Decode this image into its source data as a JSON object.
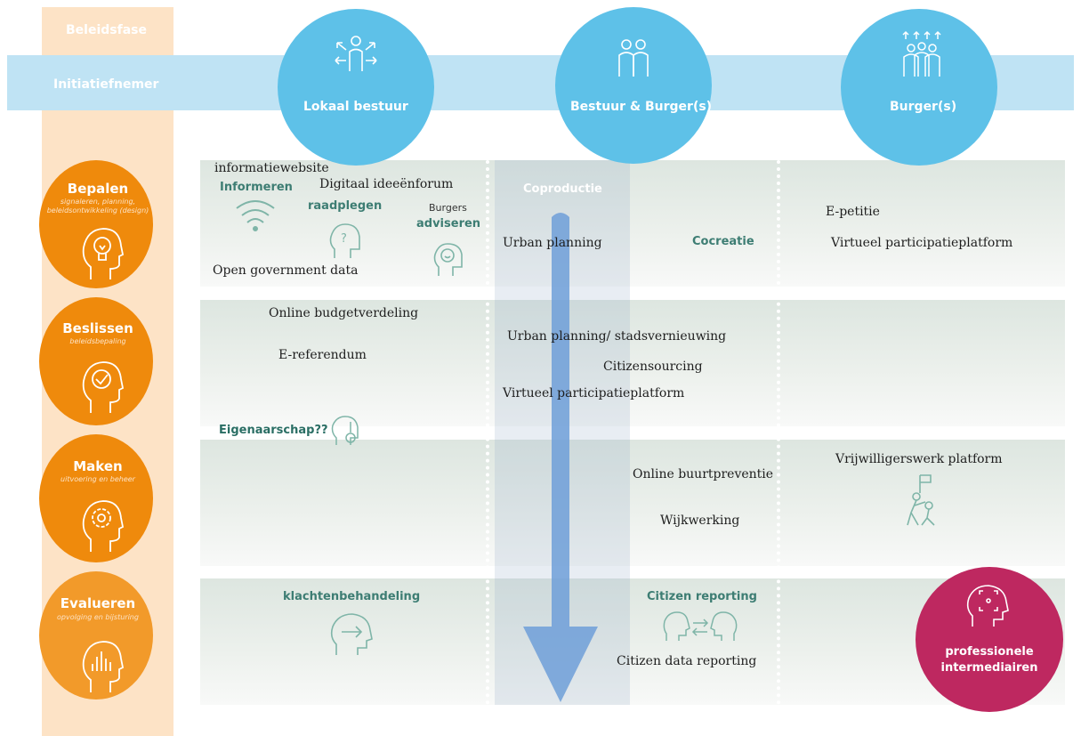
{
  "header": {
    "beleidsfase": "Beleidsfase",
    "initiatiefnemer": "Initiatiefnemer",
    "actors": [
      "Lokaal bestuur",
      "Bestuur & Burger(s)",
      "Burger(s)"
    ]
  },
  "phases": [
    {
      "title": "Bepalen",
      "subtitle": "signaleren, planning, beleidsontwikkeling (design)"
    },
    {
      "title": "Beslissen",
      "subtitle": "beleidsbepaling"
    },
    {
      "title": "Maken",
      "subtitle": "uitvoering en beheer"
    },
    {
      "title": "Evalueren",
      "subtitle": "opvolging en bijsturing"
    }
  ],
  "labels": {
    "informeren": "Informeren",
    "raadplegen": "raadplegen",
    "burgers": "Burgers",
    "adviseren": "adviseren",
    "coproductie": "Coproductie",
    "cocreatie": "Cocreatie",
    "eigenaarschap": "Eigenaarschap??",
    "klachtenbehandeling": "klachtenbehandeling",
    "citizen_reporting": "Citizen reporting"
  },
  "items": {
    "informatiewebsite": "informatiewebsite",
    "ideeenforum": "Digitaal ideeënforum",
    "open_data": "Open government data",
    "urban_planning": "Urban planning",
    "epetitie": "E-petitie",
    "virtueel1": "Virtueel participatieplatform",
    "budget": "Online budgetverdeling",
    "ereferendum": "E-referendum",
    "urban_stads": "Urban planning/ stadsvernieuwing",
    "citizensourcing": "Citizensourcing",
    "virtueel2": "Virtueel participatieplatform",
    "buurtpreventie": "Online buurtpreventie",
    "vrijwilligers": "Vrijwilligerswerk platform",
    "wijkwerking": "Wijkwerking",
    "citizen_data": "Citizen data reporting"
  },
  "intermediairen": "professionele intermediairen",
  "colors": {
    "phase_orange": "#ef8a0c",
    "actor_blue": "#5ec1e8",
    "band_blue": "#bfe3f4",
    "left_column": "#fde3c6",
    "arrow_blue": "#6f9fd8",
    "intermediairen": "#be2860",
    "label_teal": "#3d7d73"
  },
  "icons": [
    "wifi-icon",
    "question-head-icon",
    "smile-head-icon",
    "lightbulb-head-icon",
    "check-head-icon",
    "gear-head-icon",
    "chart-head-icon",
    "arrow-head-icon",
    "key-head-icon",
    "exchange-heads-icon",
    "flag-climbers-icon",
    "target-head-icon",
    "directions-person-icon",
    "group-icon",
    "crowd-icon"
  ]
}
